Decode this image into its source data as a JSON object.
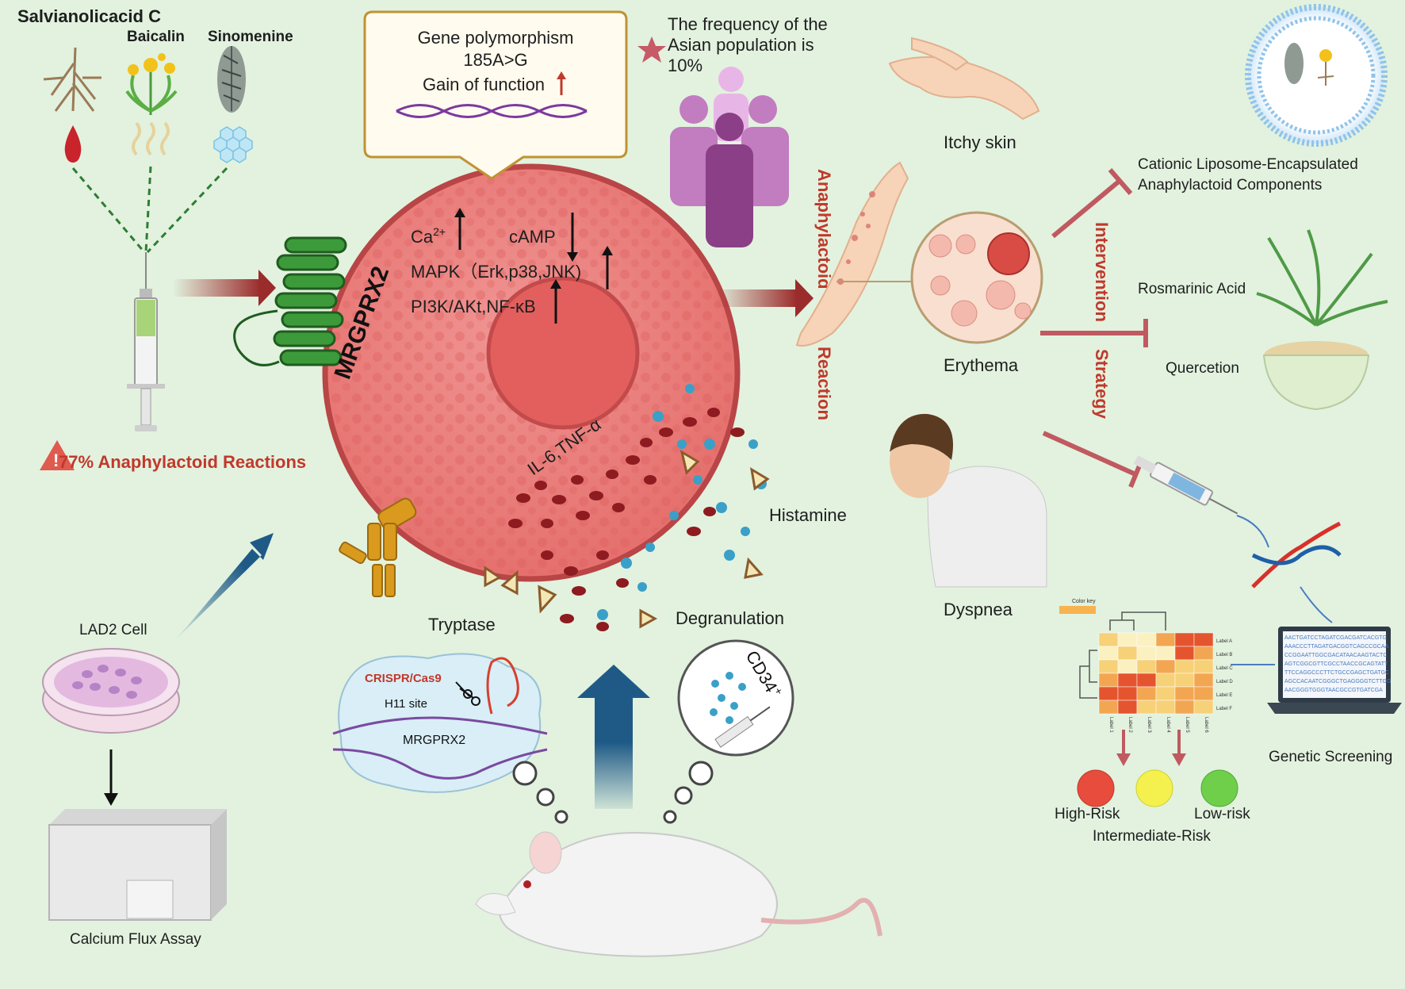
{
  "herbs": {
    "salvianolic": "Salvianolicacid C",
    "baicalin": "Baicalin",
    "sinomenine": "Sinomenine"
  },
  "warning": "77% Anaphylactoid Reactions",
  "gene_box": {
    "title": "Gene polymorphism",
    "variant": "185A>G",
    "function": "Gain of function"
  },
  "cell": {
    "receptor": "MRGPRX2",
    "ca": "Ca",
    "ca_sup": "2+",
    "camp": "cAMP",
    "mapk": "MAPK（Erk,p38,JNK)",
    "pi3k": "PI3K/AKt,NF-κB",
    "cytokines": "IL-6,TNF-α"
  },
  "population": {
    "line1": "The frequency of the",
    "line2": "Asian population is",
    "line3": "10%"
  },
  "reaction": {
    "word1": "Anaphylactoid",
    "word2": "Reaction"
  },
  "symptoms": {
    "itchy": "Itchy skin",
    "erythema": "Erythema",
    "dyspnea": "Dyspnea"
  },
  "intervention": {
    "word1": "Intervention",
    "word2": "Strategy",
    "liposome_1": "Cationic Liposome-Encapsulated",
    "liposome_2": "Anaphylactoid Components",
    "rosmarinic": "Rosmarinic Acid",
    "quercetin": "Quercetion"
  },
  "release": {
    "histamine": "Histamine",
    "tryptase": "Tryptase",
    "degranulation": "Degranulation"
  },
  "models": {
    "lad2": "LAD2 Cell",
    "calcium": "Calcium Flux Assay",
    "crispr": "CRISPR/Cas9",
    "h11": "H11 site",
    "mrgprx2": "MRGPRX2",
    "cd34": "CD34",
    "cd34_sup": "+"
  },
  "screening": {
    "title": "Genetic Screening",
    "color_key": "Color key",
    "row_labels": [
      "Label A",
      "Label B",
      "Label C",
      "Label D",
      "Label E",
      "Label F"
    ],
    "col_labels": [
      "Label 1",
      "Label 2",
      "Label 3",
      "Label 4",
      "Label 5",
      "Label 6"
    ],
    "sequence_lines": [
      "AACTGATCCTAGATCGACGATCACGTG",
      "AAACCCTTAGATGACGGTCAGCCGCAA",
      "CCGGAATTGGCGACATAACAAGTACTC",
      "AGTCGGCGTTCGCCTAACCGCAGTATT",
      "TTCCAGGCCCTTCTGCCGAGCTGATGC",
      "AGCCACAATCGGGCTGAGGGGTCTTGG",
      "AACGGGTGGGTAACGCCGTGATCGA"
    ],
    "high": "High-Risk",
    "intermediate": "Intermediate-Risk",
    "low": "Low-risk"
  },
  "colors": {
    "background": "#e2f2df",
    "cell": "#e97b78",
    "cell_border": "#b94546",
    "arrow_red": "#9b2c2c",
    "arrow_blue": "#1f5a87",
    "inhibit": "#c05a60",
    "high_risk": "#e74c3c",
    "intermediate_risk": "#f4f14e",
    "low_risk": "#6fcf4b"
  }
}
